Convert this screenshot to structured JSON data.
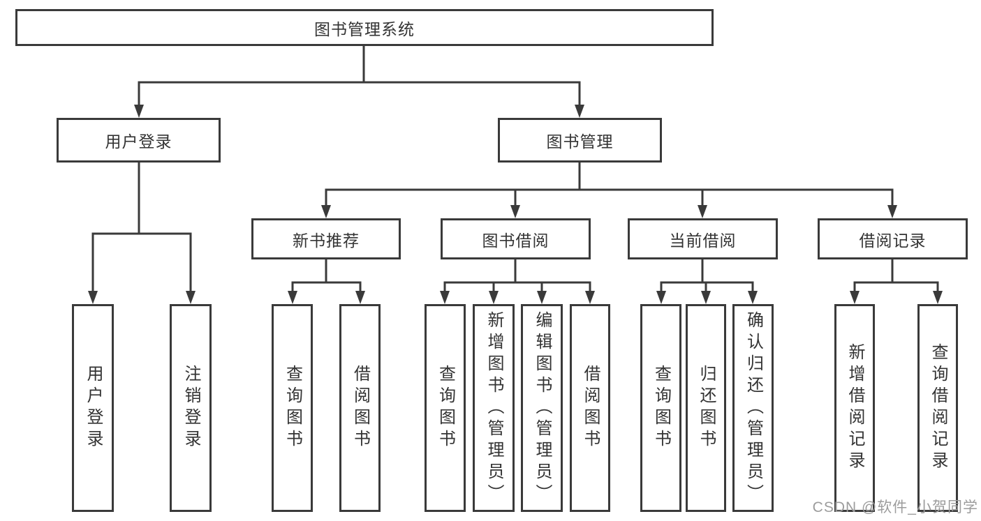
{
  "diagram": {
    "root": {
      "label": "图书管理系统"
    },
    "branches": [
      {
        "id": "user-login",
        "label": "用户登录"
      },
      {
        "id": "book-management",
        "label": "图书管理"
      }
    ],
    "modules": [
      {
        "id": "new-book-recommendation",
        "parent": "图书管理",
        "label": "新书推荐"
      },
      {
        "id": "book-borrowing",
        "parent": "图书管理",
        "label": "图书借阅"
      },
      {
        "id": "current-borrowing",
        "parent": "图书管理",
        "label": "当前借阅"
      },
      {
        "id": "borrowing-records",
        "parent": "图书管理",
        "label": "借阅记录"
      }
    ],
    "leaves": [
      {
        "parent": "用户登录",
        "label": "用户登录"
      },
      {
        "parent": "用户登录",
        "label": "注销登录"
      },
      {
        "parent": "新书推荐",
        "label": "查询图书"
      },
      {
        "parent": "新书推荐",
        "label": "借阅图书"
      },
      {
        "parent": "图书借阅",
        "label": "查询图书"
      },
      {
        "parent": "图书借阅",
        "label": "新增图书（管理员）"
      },
      {
        "parent": "图书借阅",
        "label": "编辑图书（管理员）"
      },
      {
        "parent": "图书借阅",
        "label": "借阅图书"
      },
      {
        "parent": "当前借阅",
        "label": "查询图书"
      },
      {
        "parent": "当前借阅",
        "label": "归还图书"
      },
      {
        "parent": "当前借阅",
        "label": "确认归还（管理员）"
      },
      {
        "parent": "借阅记录",
        "label": "新增借阅记录"
      },
      {
        "parent": "借阅记录",
        "label": "查询借阅记录"
      }
    ]
  },
  "watermark": "CSDN @软件_小贺同学",
  "colors": {
    "line": "#3a3a3a",
    "text": "#333333",
    "watermark": "#9c9c9c",
    "background": "#ffffff"
  }
}
